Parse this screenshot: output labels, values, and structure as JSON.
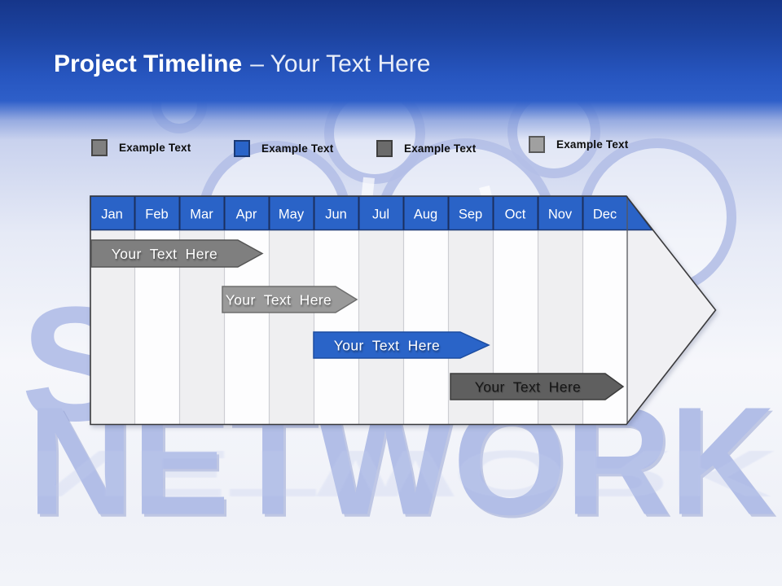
{
  "slide": {
    "title_primary": "Project Timeline",
    "title_secondary": "– Your Text Here"
  },
  "legend": {
    "items": [
      {
        "label": "Example Text",
        "color": "#808080",
        "border": "#474747"
      },
      {
        "label": "Example Text",
        "color": "#2a64c8",
        "border": "#1b3a75"
      },
      {
        "label": "Example Text",
        "color": "#6b6b6b",
        "border": "#3f3f3f"
      },
      {
        "label": "Example Text",
        "color": "#a0a0a0",
        "border": "#5a5a5a"
      }
    ]
  },
  "chart_data": {
    "type": "bar",
    "subtype": "gantt-timeline",
    "title": "Project Timeline – Your Text Here",
    "categories": [
      "Jan",
      "Feb",
      "Mar",
      "Apr",
      "May",
      "Jun",
      "Jul",
      "Aug",
      "Sep",
      "Oct",
      "Nov",
      "Dec"
    ],
    "header_color": "#2a63c7",
    "stripe_colors": [
      "#efeff1",
      "#fdfdfe"
    ],
    "bars": [
      {
        "label": "Your Text Here",
        "start_month": "Jan",
        "end_month": "Apr",
        "row": 1,
        "color": "#7f7f7f",
        "border": "#565656",
        "text_color": "#ffffff"
      },
      {
        "label": "Your Text Here",
        "start_month": "Apr",
        "end_month": "Jun",
        "row": 2,
        "color": "#9a9a9a",
        "border": "#6e6e6e",
        "text_color": "#ffffff"
      },
      {
        "label": "Your Text Here",
        "start_month": "Jun",
        "end_month": "Sep",
        "row": 3,
        "color": "#2a64c8",
        "border": "#1d4da0",
        "text_color": "#ffffff"
      },
      {
        "label": "Your Text Here",
        "start_month": "Sep",
        "end_month": "Dec",
        "row": 4,
        "color": "#5f5f5f",
        "border": "#3c3c3c",
        "text_color": "#161616"
      }
    ],
    "legend_position": "top",
    "grid": true
  },
  "watermark": {
    "letter": "S",
    "word": "NETWORK"
  }
}
